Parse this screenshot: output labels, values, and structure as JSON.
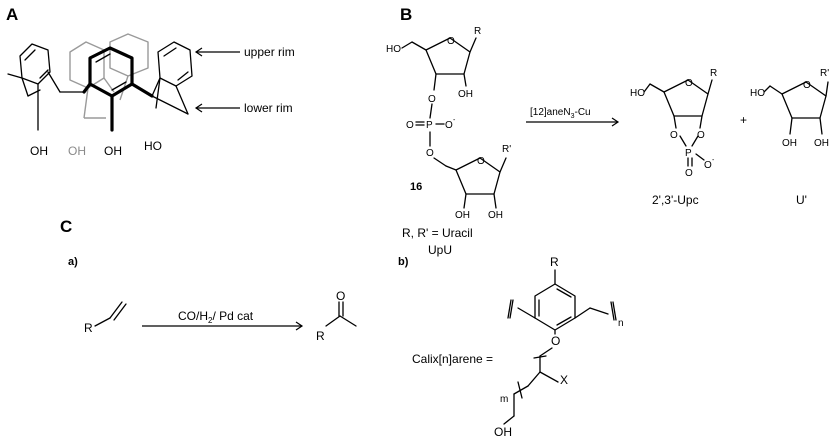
{
  "panels": {
    "a": {
      "letter": "A",
      "oh_labels": [
        "OH",
        "OH",
        "OH",
        "HO"
      ],
      "upper_rim": "upper rim",
      "lower_rim": "lower rim"
    },
    "b": {
      "letter": "B",
      "ho_top": "HO",
      "r": "R",
      "oh_top": "OH",
      "o_ring": "O",
      "o_link1": "O",
      "p": "P",
      "o_dbl": "O",
      "o_minus": "O",
      "o_link2": "O",
      "compound_number": "16",
      "r_prime": "R'",
      "oh_b1": "OH",
      "oh_b2": "OH",
      "substituent_def": "R, R' = Uracil",
      "name_upu": "UpU",
      "catalyst_pre": "[12]aneN",
      "catalyst_sub": "3",
      "catalyst_post": "-Cu",
      "product1_ho": "HO",
      "product1_r": "R",
      "product1_o1": "O",
      "product1_o2": "O",
      "product1_p": "P",
      "product1_o3": "O",
      "product1_o4": "O",
      "product1_name": "2',3'-Upc",
      "plus": "+",
      "product2_ho": "HO",
      "product2_r": "R'",
      "product2_oh1": "OH",
      "product2_oh2": "OH",
      "product2_name": "U'"
    },
    "c": {
      "letter": "C",
      "sub_a": "a)",
      "sub_b": "b)",
      "reactant_r": "R",
      "reagents_pre": "CO/H",
      "reagents_sub": "2",
      "reagents_post": "/ Pd cat",
      "product_r": "R",
      "product_o": "O",
      "calix_label": "Calix[n]arene =",
      "calix_r": "R",
      "calix_o": "O",
      "calix_n": "n",
      "calix_x": "X",
      "calix_m": "m",
      "calix_oh": "OH"
    }
  }
}
